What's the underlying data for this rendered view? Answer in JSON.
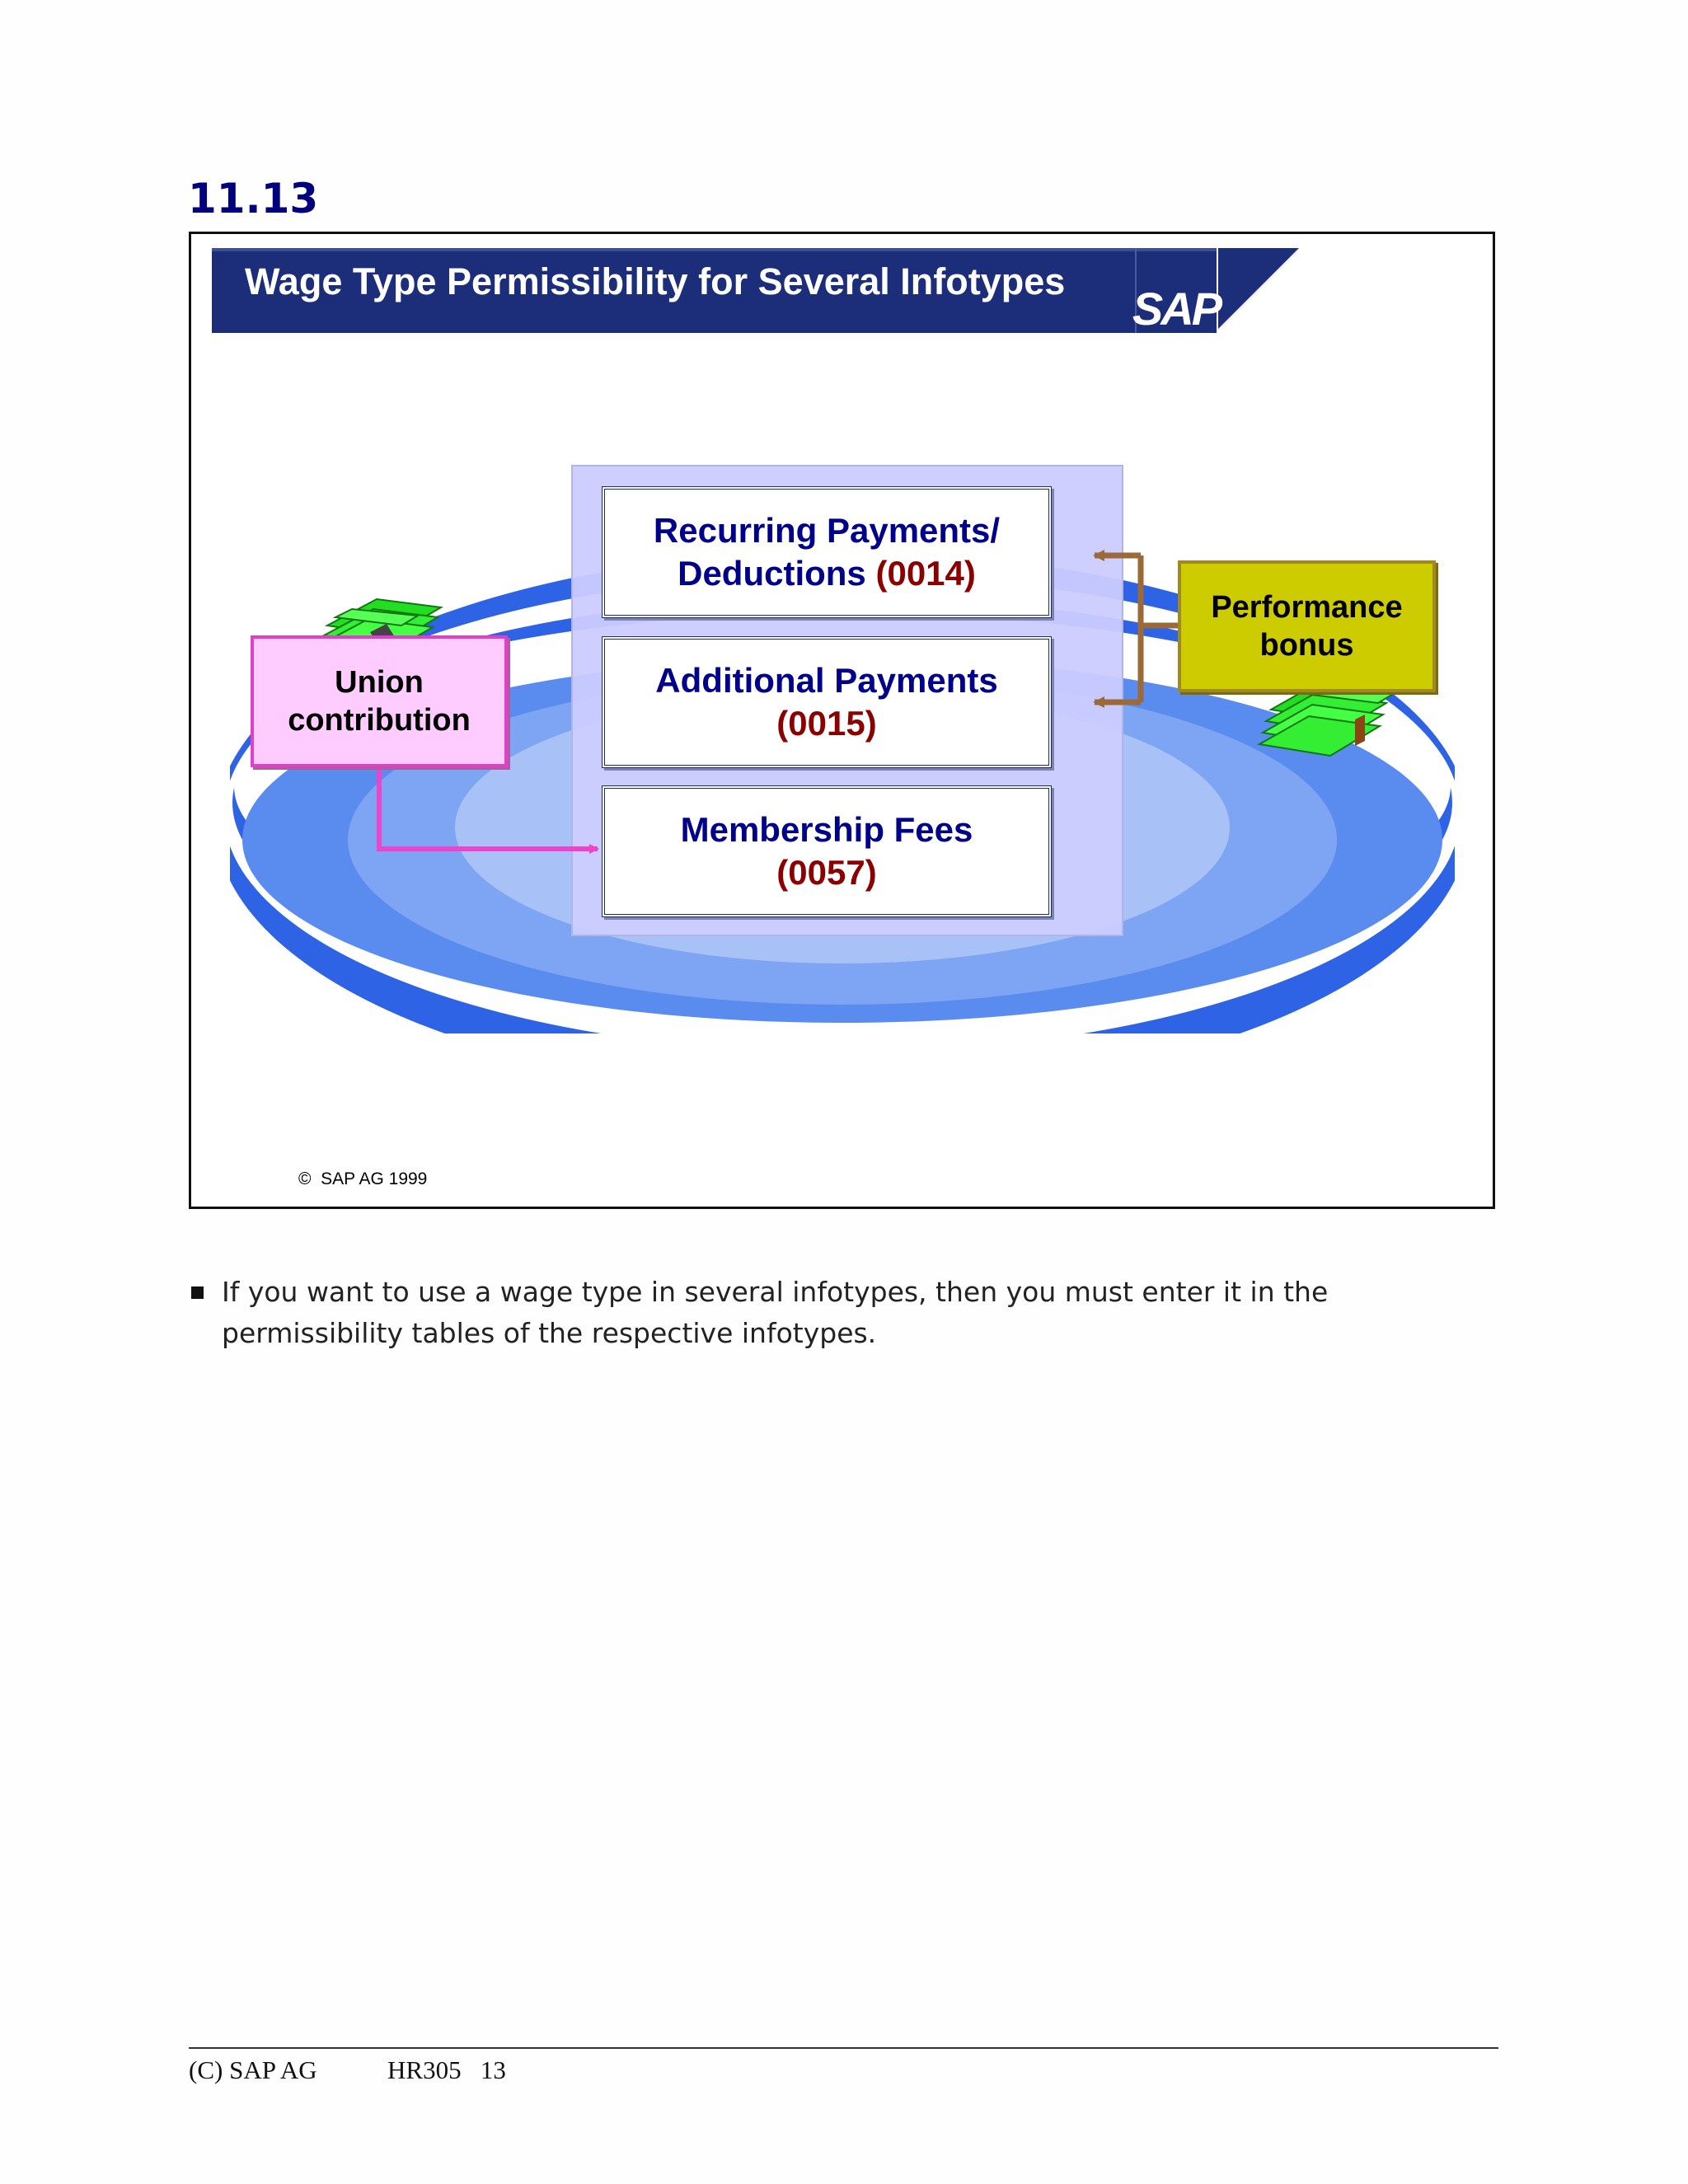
{
  "section": {
    "number": "11.13"
  },
  "slide": {
    "title": "Wage Type Permissibility for Several Infotypes",
    "logo_text": "SAP",
    "infotypes": [
      {
        "name_line1": "Recurring Payments/",
        "name_line2": "Deductions",
        "code": "(0014)"
      },
      {
        "name": "Additional Payments",
        "code": "(0015)"
      },
      {
        "name": "Membership Fees",
        "code": "(0057)"
      }
    ],
    "union_box": {
      "line1": "Union",
      "line2": "contribution"
    },
    "bonus_box": {
      "line1": "Performance",
      "line2": "bonus"
    },
    "copyright_symbol": "©",
    "copyright": "SAP AG 1999",
    "icons": [
      "money-stack-icon",
      "money-stack-icon"
    ]
  },
  "bullet": {
    "text": "If you want to use a wage type in several infotypes, then you must enter it in the permissibility tables of the respective infotypes."
  },
  "footer": {
    "left": "(C) SAP AG",
    "course": "HR305",
    "page": "13"
  }
}
